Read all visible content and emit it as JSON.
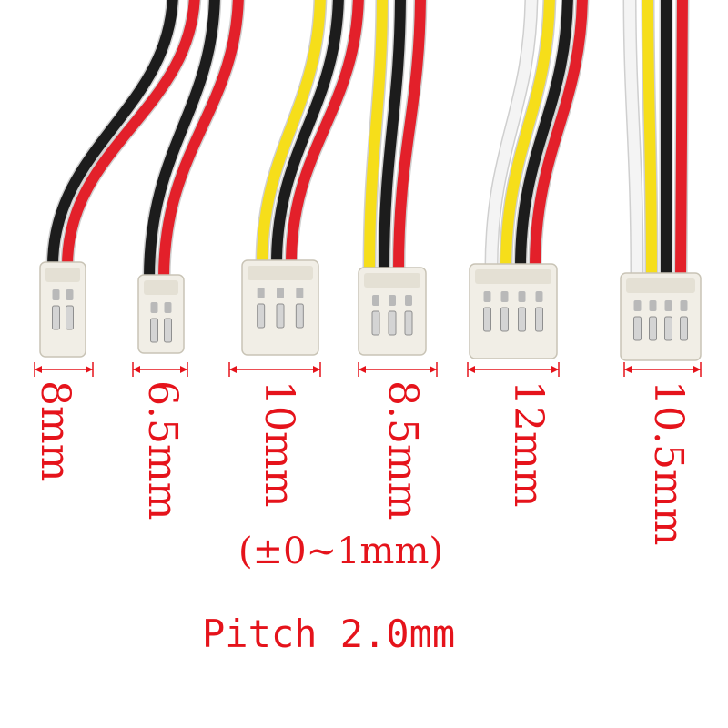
{
  "colors": {
    "label": "#e5131b",
    "wire_red": "#e3202a",
    "wire_black": "#1c1c1c",
    "wire_yellow": "#f6de1a",
    "wire_white": "#f4f4f4",
    "housing": "#f1eee6"
  },
  "connectors": [
    {
      "pins": 2,
      "width_label": "8mm",
      "wires": [
        "black",
        "red"
      ]
    },
    {
      "pins": 2,
      "width_label": "6.5mm",
      "wires": [
        "black",
        "red"
      ]
    },
    {
      "pins": 3,
      "width_label": "10mm",
      "wires": [
        "yellow",
        "black",
        "red"
      ]
    },
    {
      "pins": 3,
      "width_label": "8.5mm",
      "wires": [
        "yellow",
        "black",
        "red"
      ]
    },
    {
      "pins": 4,
      "width_label": "12mm",
      "wires": [
        "white",
        "yellow",
        "black",
        "red"
      ]
    },
    {
      "pins": 4,
      "width_label": "10.5mm",
      "wires": [
        "white",
        "yellow",
        "black",
        "red"
      ]
    }
  ],
  "tolerance_text": "(±0~1mm)",
  "pitch_text": "Pitch 2.0mm"
}
